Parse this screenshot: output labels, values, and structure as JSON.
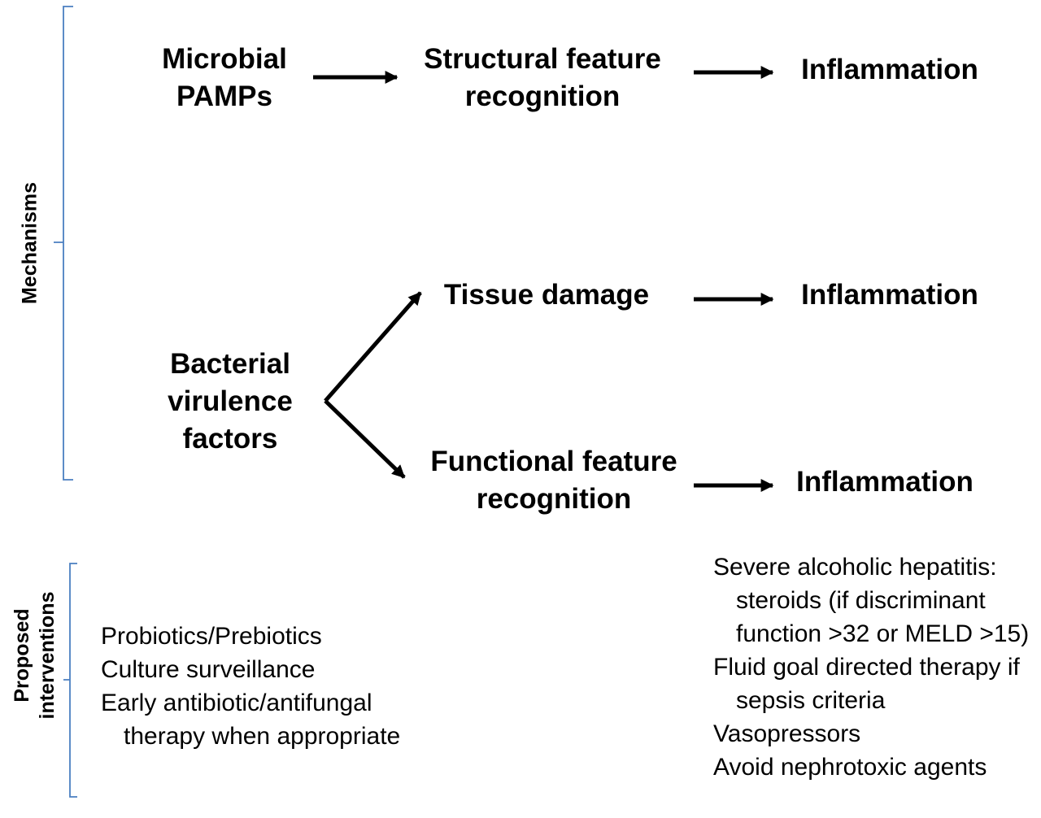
{
  "colors": {
    "bracket": "#4a7fc1",
    "arrow": "#000000",
    "text": "#000000"
  },
  "mechanisms": {
    "label": "Mechanisms",
    "row1": {
      "source_lines": [
        "Microbial",
        "PAMPs"
      ],
      "middle_lines": [
        "Structural feature",
        "recognition"
      ],
      "outcome": "Inflammation"
    },
    "source2_lines": [
      "Bacterial",
      "virulence",
      "factors"
    ],
    "row2": {
      "middle": "Tissue damage",
      "outcome": "Inflammation"
    },
    "row3": {
      "middle_lines": [
        "Functional feature",
        "recognition"
      ],
      "outcome": "Inflammation"
    }
  },
  "interventions": {
    "label_lines": [
      "Proposed",
      "interventions"
    ],
    "left_items": [
      "Probiotics/Prebiotics",
      "Culture surveillance",
      "Early antibiotic/antifungal therapy when appropriate"
    ],
    "right_items": [
      "Severe alcoholic hepatitis: steroids (if discriminant function >32 or MELD >15)",
      "Fluid goal directed therapy if sepsis criteria",
      "Vasopressors",
      "Avoid nephrotoxic agents"
    ]
  }
}
